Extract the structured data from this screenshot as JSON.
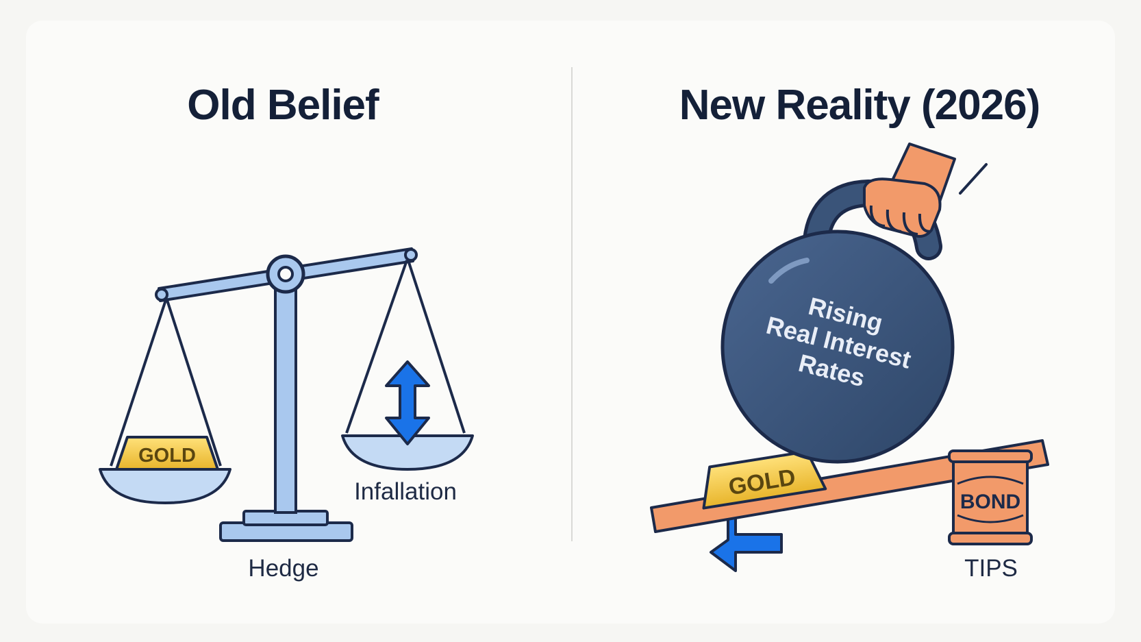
{
  "left_panel": {
    "title": "Old Belief",
    "gold_label": "GOLD",
    "hedge_label": "Hedge",
    "inflation_label": "Infallation"
  },
  "right_panel": {
    "title": "New Reality (2026)",
    "weight_text": [
      "Rising",
      "Real Interest",
      "Rates"
    ],
    "gold_label": "GOLD",
    "bond_label": "BOND",
    "tips_label": "TIPS"
  },
  "icons": {
    "balance_scale": "balance-scale-icon",
    "up_down_arrow": "up-down-arrow-icon",
    "kettlebell": "kettlebell-weight-icon",
    "hand": "hand-icon",
    "seesaw": "seesaw-icon",
    "down_left_arrow": "down-left-arrow-icon",
    "bond_barrel": "bond-barrel-icon"
  },
  "colors": {
    "navy": "#142038",
    "scale_blue": "#a9c8ee",
    "outline": "#1c2a4a",
    "arrow_blue": "#1a73e8",
    "gold": "#f2c94c",
    "weight": "#3a5479",
    "orange": "#f29a6a"
  }
}
